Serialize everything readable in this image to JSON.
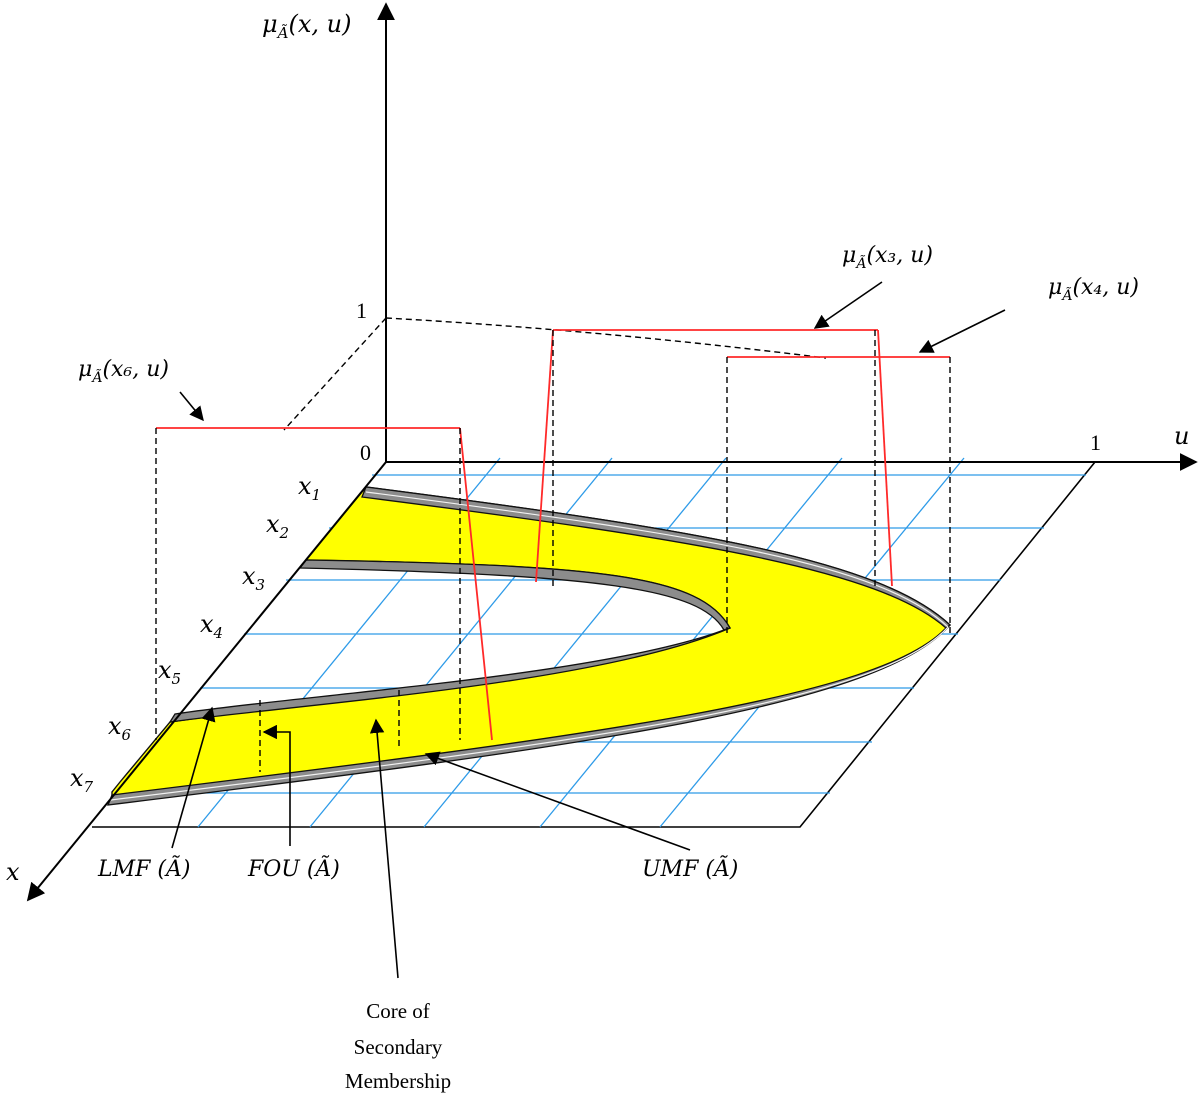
{
  "labels": {
    "z_axis_mu": "μ",
    "z_axis_sub": "Ã",
    "z_axis_args": "(x, u)",
    "u_axis": "u",
    "x_axis": "x",
    "origin": "0",
    "u_one": "1",
    "z_one": "1"
  },
  "x_ticks": [
    {
      "base": "x",
      "sub": "1"
    },
    {
      "base": "x",
      "sub": "2"
    },
    {
      "base": "x",
      "sub": "3"
    },
    {
      "base": "x",
      "sub": "4"
    },
    {
      "base": "x",
      "sub": "5"
    },
    {
      "base": "x",
      "sub": "6"
    },
    {
      "base": "x",
      "sub": "7"
    }
  ],
  "secondary_mf_labels": [
    {
      "mu": "μ",
      "sub": "Ã",
      "args": "(x₆, u)"
    },
    {
      "mu": "μ",
      "sub": "Ã",
      "args": "(x₃, u)"
    },
    {
      "mu": "μ",
      "sub": "Ã",
      "args": "(x₄, u)"
    }
  ],
  "callouts": {
    "lmf": "LMF (Ã)",
    "fou": "FOU (Ã)",
    "umf": "UMF (Ã)",
    "core_line1": "Core of",
    "core_line2": "Secondary",
    "core_line3": "Membership"
  },
  "colors": {
    "fou_fill": "#ffff00",
    "grid": "#2e9be8",
    "secondary_mf": "#ff2a2a",
    "band": "#8c8c8c"
  }
}
